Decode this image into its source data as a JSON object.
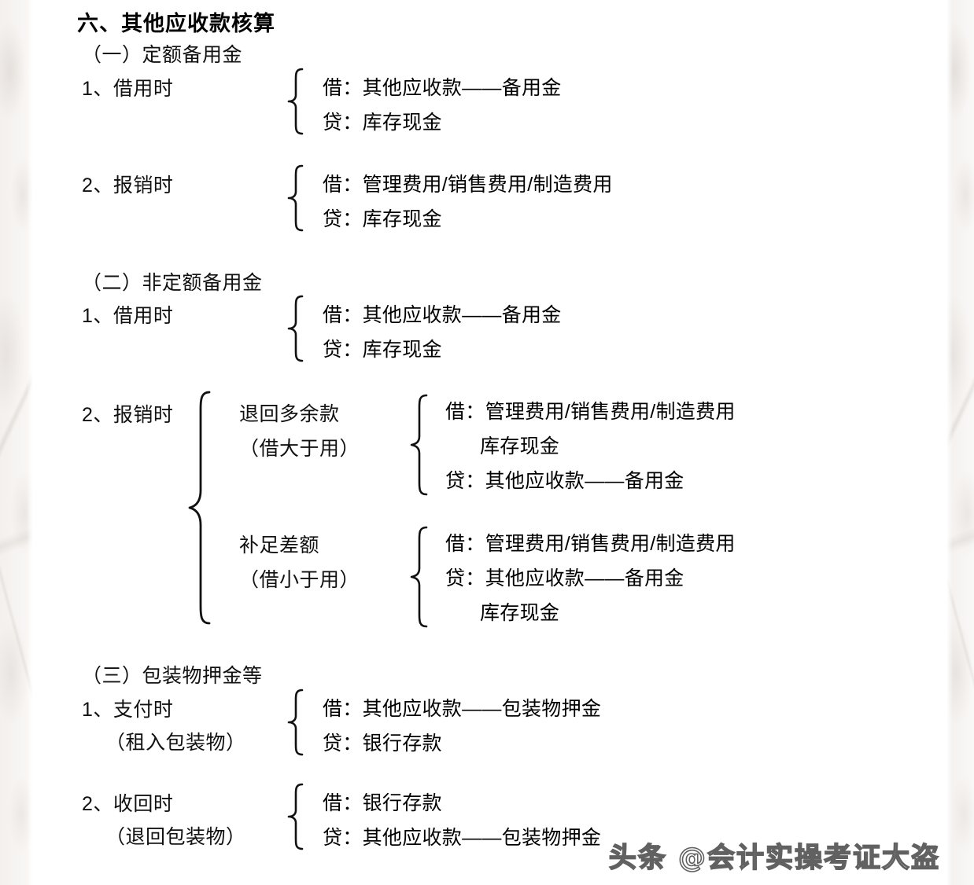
{
  "document": {
    "title": "六、其他应收款核算",
    "watermark": "头条 @会计实操考证大盗"
  },
  "sections": [
    {
      "heading": "（一）定额备用金",
      "items": [
        {
          "label": "1、借用时",
          "entry_lines": [
            "借：其他应收款——备用金",
            "贷：库存现金"
          ]
        },
        {
          "label": "2、报销时",
          "entry_lines": [
            "借：管理费用/销售费用/制造费用",
            "贷：库存现金"
          ]
        }
      ]
    },
    {
      "heading": "（二）非定额备用金",
      "items": [
        {
          "label": "1、借用时",
          "entry_lines": [
            "借：其他应收款——备用金",
            "贷：库存现金"
          ]
        },
        {
          "label": "2、报销时",
          "branches": [
            {
              "name_line1": "退回多余款",
              "name_line2": "（借大于用）",
              "entry_lines": [
                "借：管理费用/销售费用/制造费用",
                "库存现金",
                "贷：其他应收款——备用金"
              ],
              "indent_flags": [
                false,
                true,
                false
              ]
            },
            {
              "name_line1": "补足差额",
              "name_line2": "（借小于用）",
              "entry_lines": [
                "借：管理费用/销售费用/制造费用",
                "贷：其他应收款——备用金",
                "库存现金"
              ],
              "indent_flags": [
                false,
                false,
                true
              ]
            }
          ]
        }
      ]
    },
    {
      "heading": "（三）包装物押金等",
      "items": [
        {
          "label": "1、支付时",
          "sub_label": "（租入包装物）",
          "entry_lines": [
            "借：其他应收款——包装物押金",
            "贷：银行存款"
          ]
        },
        {
          "label": "2、收回时",
          "sub_label": "（退回包装物）",
          "entry_lines": [
            "借：银行存款",
            "贷：其他应收款——包装物押金"
          ]
        }
      ]
    }
  ]
}
